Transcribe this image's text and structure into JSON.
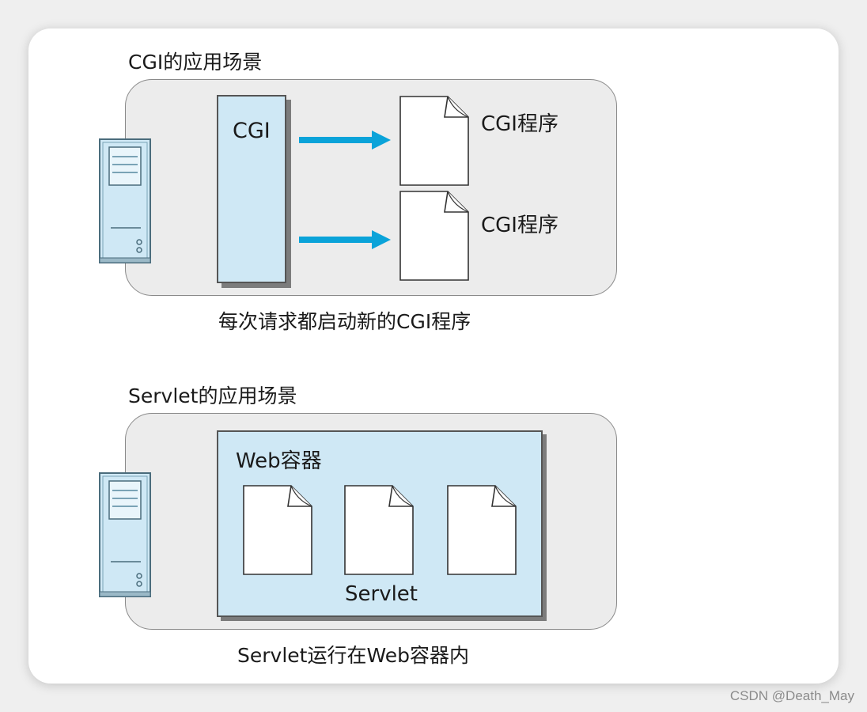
{
  "cgi_scene": {
    "heading": "CGI的应用场景",
    "engine_label": "CGI",
    "programs": [
      "CGI程序",
      "CGI程序"
    ],
    "caption": "每次请求都启动新的CGI程序"
  },
  "servlet_scene": {
    "heading": "Servlet的应用场景",
    "container_label": "Web容器",
    "servlet_label": "Servlet",
    "caption": "Servlet运行在Web容器内"
  },
  "watermark": "CSDN @Death_May",
  "colors": {
    "accent_arrow": "#0aa3d9",
    "box_fill": "#cfe8f5",
    "panel_fill": "#ececec"
  }
}
